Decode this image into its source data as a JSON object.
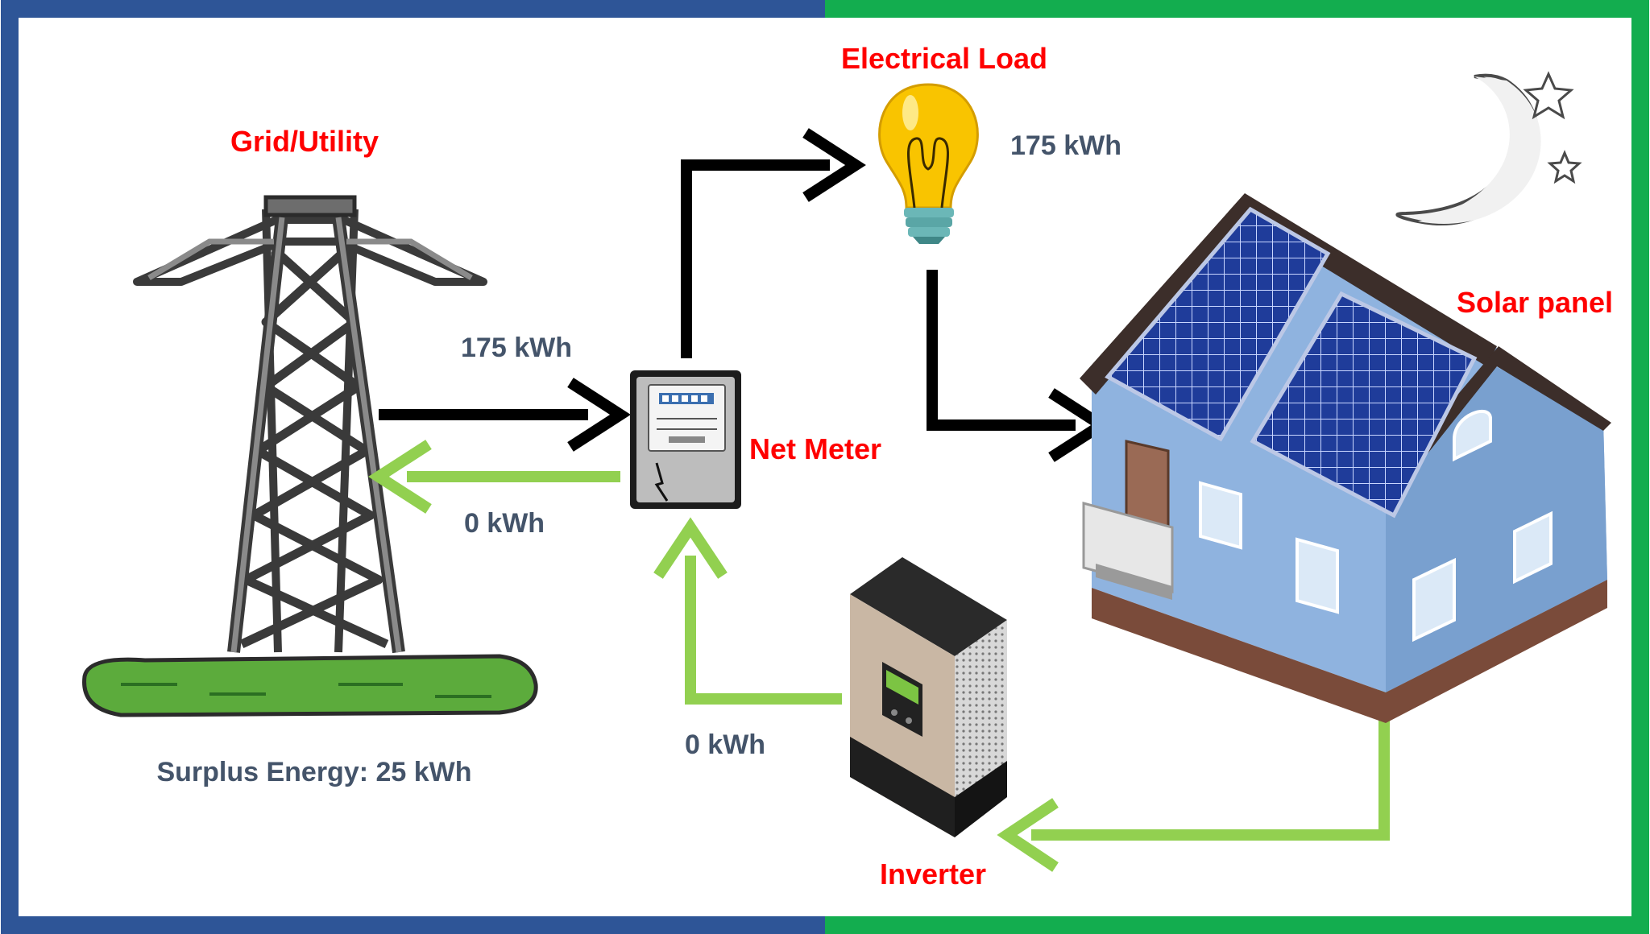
{
  "labels": {
    "grid": "Grid/Utility",
    "load": "Electrical Load",
    "solar": "Solar panel",
    "meter": "Net Meter",
    "inverter": "Inverter"
  },
  "flows": {
    "grid_to_meter": "175 kWh",
    "meter_to_grid": "0 kWh",
    "load_value": "175 kWh",
    "inverter_to_meter": "0 kWh",
    "surplus": "Surplus Energy: 25 kWh"
  },
  "colors": {
    "left_border": "#2e5597",
    "right_border": "#13ad4f",
    "label_red": "#ff0000",
    "label_grey": "#44546a",
    "flow_black": "#000000",
    "flow_green": "#92d050"
  },
  "icons": [
    "transmission-tower-icon",
    "net-meter-icon",
    "light-bulb-icon",
    "house-icon",
    "solar-panel-icon",
    "inverter-icon",
    "moon-icon",
    "star-icon"
  ]
}
